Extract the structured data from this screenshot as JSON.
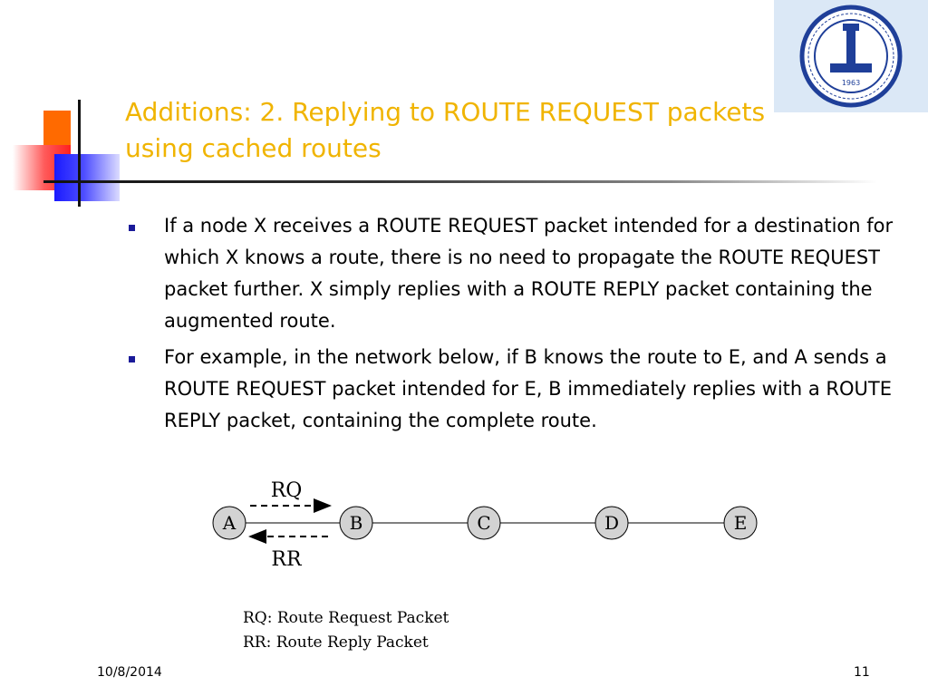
{
  "title": {
    "line1": "Additions: 2. Replying to ROUTE REQUEST packets",
    "line2": "using cached routes"
  },
  "bullets": [
    "If a node X receives a ROUTE REQUEST packet intended for a destination for which X knows a route, there is no need to propagate the ROUTE REQUEST packet further. X simply replies with a ROUTE REPLY packet containing the augmented route.",
    "For example, in the network below, if B knows the route to E, and A sends a ROUTE REQUEST packet intended for E, B immediately replies with a ROUTE REPLY packet, containing the complete route."
  ],
  "diagram": {
    "nodes": [
      "A",
      "B",
      "C",
      "D",
      "E"
    ],
    "rq_label": "RQ",
    "rr_label": "RR",
    "legend": [
      "RQ: Route Request Packet",
      "RR: Route Reply Packet"
    ]
  },
  "logo": {
    "year": "1963"
  },
  "footer": {
    "date": "10/8/2014",
    "page": "11"
  },
  "colors": {
    "title": "#f0b400",
    "bullet_marker": "#1a1a99",
    "node_fill": "#d3d3d3",
    "logo_background": "#dbe8f6",
    "logo_blue": "#1f3f99"
  }
}
